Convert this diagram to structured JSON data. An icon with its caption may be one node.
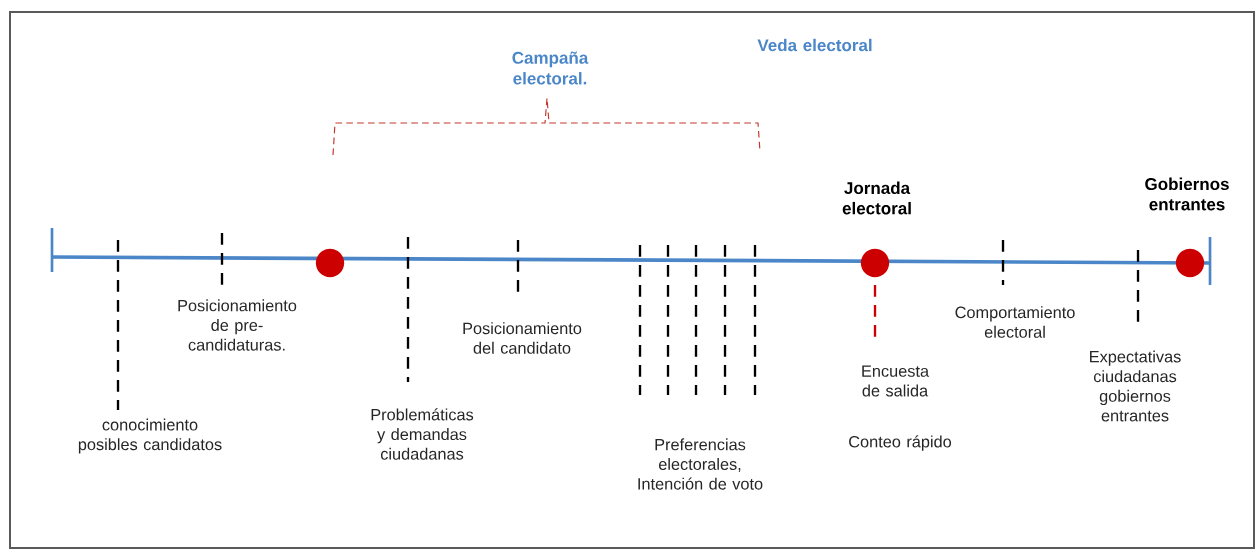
{
  "diagram": {
    "nodes": [
      {
        "text": [],
        "shape": "circle"
      },
      {
        "text": [],
        "shape": "circle",
        "beside": [
          "Jornada electoral"
        ]
      },
      {
        "text": [],
        "shape": "circle",
        "beside": [
          "Gobiernos entrantes"
        ]
      }
    ],
    "labels": [
      "Campaña electoral.",
      "Veda electoral",
      "Posicionamiento de pre-candidaturas.",
      "Posicionamiento del candidato",
      "Comportamiento electoral",
      "Expectativas ciudadanas gobiernos entrantes",
      "Encuesta de salida",
      "conocimiento posibles candidatos",
      "Problemáticas y demandas ciudadanas",
      "Conteo rápido",
      "Preferencias electorales, Intención de voto"
    ]
  }
}
